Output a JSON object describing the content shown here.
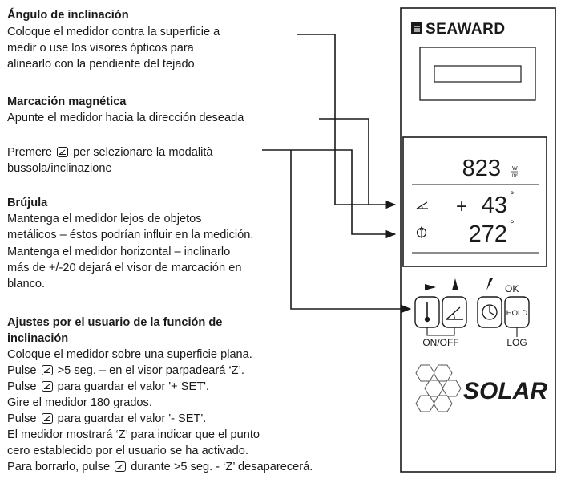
{
  "sections": {
    "tilt": {
      "title": "Ángulo de inclinación",
      "lines": [
        "Coloque el medidor contra la superficie a",
        "medir o use los visores ópticos para",
        "alinearlo con la pendiente del tejado"
      ]
    },
    "bearing": {
      "title": "Marcación magnética",
      "lines": [
        "Apunte el medidor hacia la dirección deseada"
      ]
    },
    "mode": {
      "line1_pre": "Premere",
      "line1_post": "per selezionare la modalità",
      "line2": "bussola/inclinazione"
    },
    "compass": {
      "title": "Brújula",
      "lines": [
        "Mantenga el medidor lejos de objetos",
        "metálicos – éstos podrían influir en la medición.",
        "Mantenga el medidor horizontal – inclinarlo",
        "más de +/-20 dejará el visor de marcación en",
        "blanco."
      ]
    },
    "user": {
      "title_lines": [
        "Ajustes por el usuario de la función de",
        "inclinación"
      ],
      "line1": "Coloque el medidor sobre una superficie plana.",
      "line2_pre": "Pulse",
      "line2_post": ">5 seg. – en el visor parpadeará ‘Z’.",
      "line3_pre": "Pulse",
      "line3_post": "para guardar el valor '+ SET'.",
      "line4": "Gire el medidor 180 grados.",
      "line5_pre": "Pulse",
      "line5_post": "para guardar el valor '- SET'.",
      "line6": "El medidor mostrará ‘Z’ para indicar que el punto",
      "line7": "cero establecido por el usuario se ha activado.",
      "line8_pre": "Para borrarlo, pulse",
      "line8_post": "durante >5 seg. - ‘Z’ desaparecerá."
    }
  },
  "device": {
    "brand": "SEAWARD",
    "irradiance_value": "823",
    "irradiance_unit_top": "W",
    "irradiance_unit_bottom": "m²",
    "tilt_sign": "+",
    "tilt_value": "43",
    "compass_value": "272",
    "degree": "°",
    "ok_label": "OK",
    "hold_label": "HOLD",
    "log_label": "LOG",
    "onoff_label": "ON/OFF",
    "product": "SOLAR"
  }
}
